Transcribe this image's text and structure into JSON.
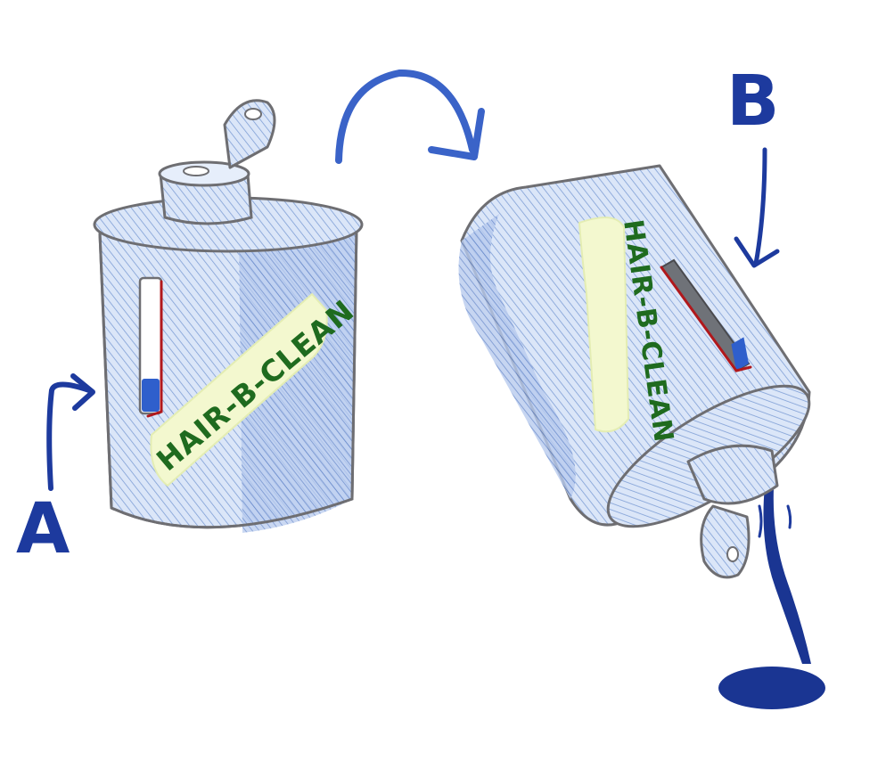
{
  "labels": {
    "a": "A",
    "b": "B"
  },
  "bottle_a": {
    "brand": "HAIR-B-CLEAN",
    "level_fraction": 0.25
  },
  "bottle_b": {
    "brand": "HAIR-B-CLEAN",
    "level_fraction": 0.2
  },
  "colors": {
    "bottle_blue": "#c8d8f2",
    "hatch": "#7f9fd6",
    "shade": "#8eabe0",
    "outline": "#6e6e72",
    "ink": "#1d3a9e",
    "liquid": "#1a3592",
    "label_fill": "#f3f8cf",
    "brand_text": "#1f6b1f",
    "gauge_fill": "#2f5fcc",
    "gauge_edge": "#b0181c"
  }
}
